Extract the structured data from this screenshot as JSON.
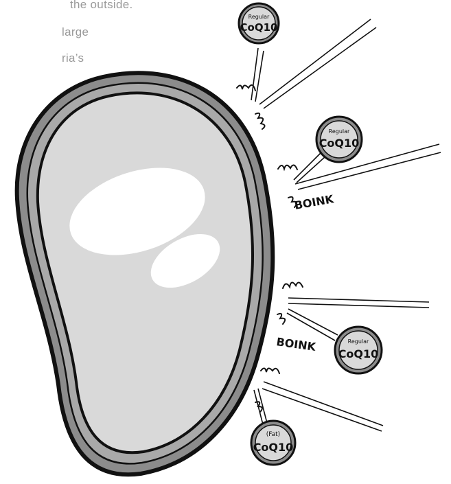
{
  "caption_fragments": [
    "the outside.",
    "large",
    "ria’s"
  ],
  "molecules": [
    {
      "top": "Regular",
      "bottom": "CoQ10"
    },
    {
      "top": "Regular",
      "bottom": "CoQ10"
    },
    {
      "top": "Regular",
      "bottom": "CoQ10"
    },
    {
      "top": "(Fat)",
      "bottom": "CoQ10"
    }
  ],
  "sound_effects": [
    "BOINK",
    "BOINK"
  ],
  "colors": {
    "outline": "#111111",
    "membrane": "#8c8c8c",
    "cell_fill": "#d9d9d9",
    "highlight": "#ffffff",
    "caption_text": "#9a9a9a"
  }
}
